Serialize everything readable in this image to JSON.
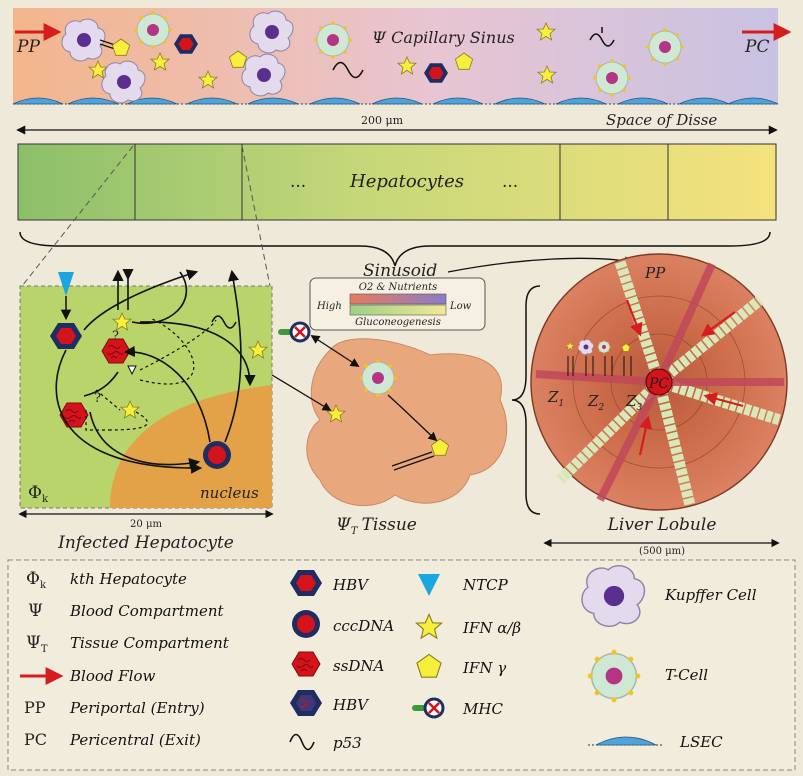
{
  "capillary": {
    "title": "Ψ Capillary Sinus",
    "pp_label": "PP",
    "pc_label": "PC",
    "scale_label": "200 μm",
    "space_label": "Space of Disse"
  },
  "hepatocytes_bar": {
    "label": "Hepatocytes",
    "dots_left": "...",
    "dots_right": "...",
    "sinusoid_label": "Sinusoid"
  },
  "infected_hepatocyte": {
    "phi_label": "Φ",
    "phi_sub": "k",
    "nucleus_label": "nucleus",
    "scale_label": "20 μm",
    "title": "Infected Hepatocyte",
    "question_1": "?",
    "question_2": "?"
  },
  "gradient_key": {
    "top_label": "O2 & Nutrients",
    "bottom_label": "Gluconeogenesis",
    "high": "High",
    "low": "Low"
  },
  "tissue": {
    "title": "Ψ",
    "title_sub": "T",
    "title_rest": "Tissue"
  },
  "lobule": {
    "pp_label": "PP",
    "pc_label": "PC",
    "z1": "Z",
    "z1_sub": "1",
    "z2": "Z",
    "z2_sub": "2",
    "z3": "Z",
    "z3_sub": "3",
    "title": "Liver Lobule",
    "scale_label": "(500 μm)"
  },
  "legend": {
    "col1": [
      {
        "sym": "Φ",
        "sub": "k",
        "text": "kth Hepatocyte"
      },
      {
        "sym": "Ψ",
        "sub": "",
        "text": "Blood Compartment"
      },
      {
        "sym": "Ψ",
        "sub": "T",
        "text": "Tissue Compartment"
      },
      {
        "sym": "arrow",
        "sub": "",
        "text": "Blood Flow"
      },
      {
        "sym": "PP",
        "sub": "",
        "text": "Periportal (Entry)"
      },
      {
        "sym": "PC",
        "sub": "",
        "text": "Pericentral (Exit)"
      }
    ],
    "col2": [
      {
        "icon": "hbv-icon",
        "text": "HBV"
      },
      {
        "icon": "cccdna-icon",
        "text": "cccDNA"
      },
      {
        "icon": "ssdna-icon",
        "text": "ssDNA"
      },
      {
        "icon": "hbv-blue-icon",
        "text": "HBV"
      },
      {
        "icon": "p53-icon",
        "text": "p53"
      }
    ],
    "col3": [
      {
        "icon": "ntcp-icon",
        "text": "NTCP"
      },
      {
        "icon": "ifn-ab-icon",
        "text": "IFN α/β"
      },
      {
        "icon": "ifn-g-icon",
        "text": "IFN γ"
      },
      {
        "icon": "mhc-icon",
        "text": "MHC"
      }
    ],
    "col4": [
      {
        "icon": "kupffer-icon",
        "text": "Kupffer Cell"
      },
      {
        "icon": "tcell-icon",
        "text": "T-Cell"
      },
      {
        "icon": "lsec-icon",
        "text": "LSEC"
      }
    ]
  },
  "colors": {
    "background": "#efe9da",
    "hbv_red": "#d4131b",
    "hbv_navy": "#1f2d63",
    "ifn_yellow": "#f7ef3b",
    "kupffer": "#e3dbed",
    "kupffer_nucleus": "#5a2f8f",
    "tcell": "#cfe8d6",
    "tcell_nucleus": "#b33584",
    "ntcp_blue": "#1aa7df",
    "blood_arrow": "#d51d1d",
    "tissue": "#e9a77e",
    "nucleus": "#e3a247",
    "hepatocyte_green": "#b8d46a"
  }
}
